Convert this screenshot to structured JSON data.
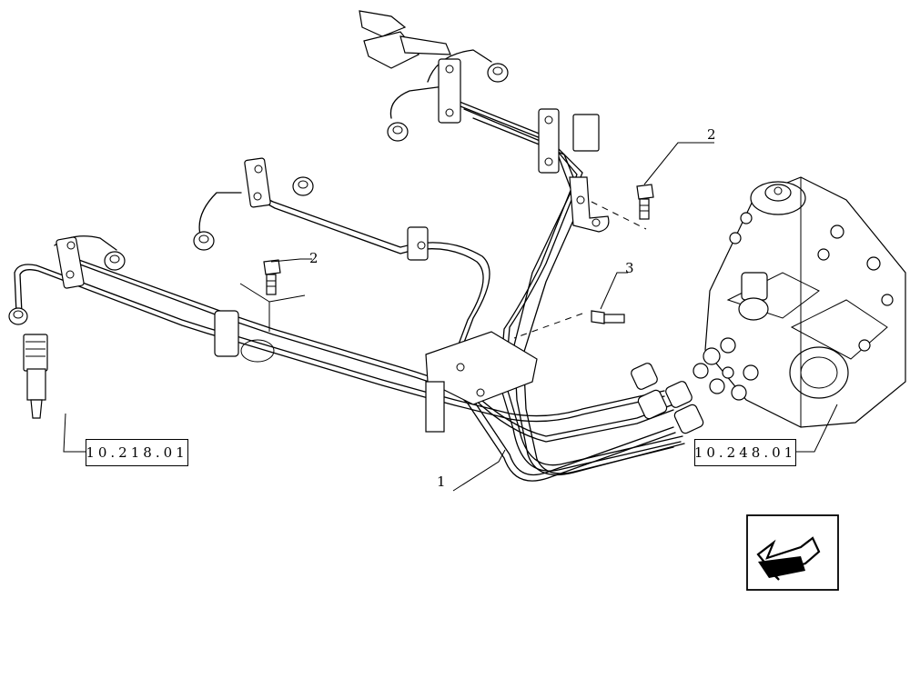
{
  "callouts": {
    "c1": "1",
    "c2a": "2",
    "c2b": "2",
    "c3": "3"
  },
  "references": {
    "left_ref": "10.218.01",
    "right_ref": "10.248.01"
  },
  "icons": {
    "nav_arrow": "bold-arrow-left-down-icon"
  }
}
